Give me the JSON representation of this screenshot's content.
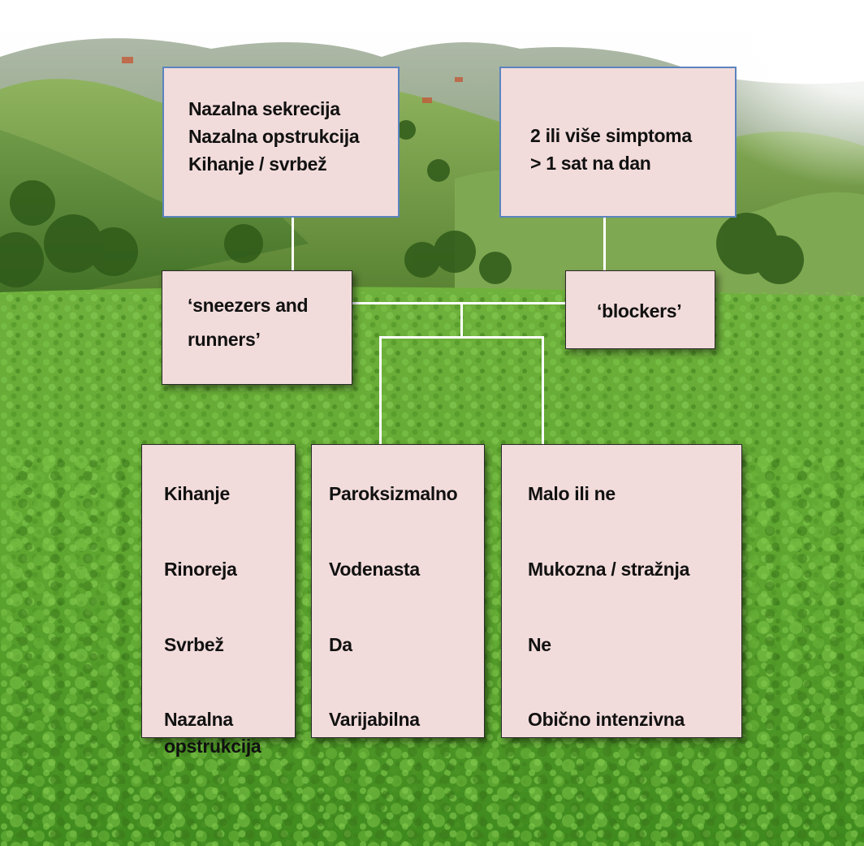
{
  "top_boxes": {
    "symptoms": {
      "lines": [
        "Nazalna sekrecija",
        "Nazalna opstrukcija",
        "Kihanje / svrbež"
      ]
    },
    "criteria": {
      "lines": [
        "2 ili više simptoma",
        "> 1 sat na dan"
      ]
    }
  },
  "categories": {
    "sneezers": [
      "‘sneezers and",
      "runners’"
    ],
    "blockers": "‘blockers’"
  },
  "table": {
    "labels": [
      "Kihanje",
      "Rinoreja",
      "Svrbež",
      "Nazalna opstrukcija"
    ],
    "sneezers_values": [
      "Paroksizmalno",
      "Vodenasta",
      "Da",
      "Varijabilna"
    ],
    "blockers_values": [
      "Malo ili ne",
      "Mukozna / stražnja",
      "Ne",
      "Obično intenzivna"
    ]
  },
  "colors": {
    "box_fill": "#f2dcdb",
    "top_box_border": "#5b84be",
    "connector": "#ffffff"
  }
}
